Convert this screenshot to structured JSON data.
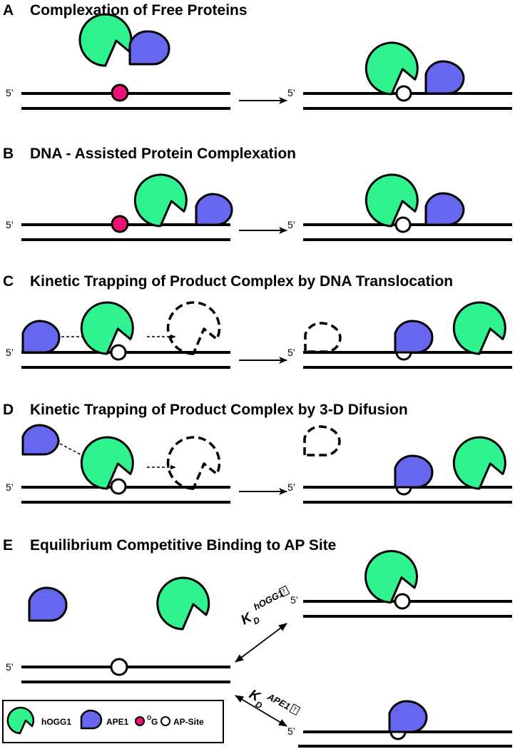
{
  "colors": {
    "hogg1": "#2ef38f",
    "ape1": "#6666ee",
    "oxog": "#ee1177",
    "outline": "#000000",
    "background": "#ffffff"
  },
  "panels": [
    {
      "letter": "A",
      "title": "Complexation of Free Proteins"
    },
    {
      "letter": "B",
      "title": "DNA - Assisted Protein Complexation"
    },
    {
      "letter": "C",
      "title": "Kinetic Trapping of Product Complex by DNA Translocation"
    },
    {
      "letter": "D",
      "title": "Kinetic Trapping of Product Complex by 3-D Difusion"
    },
    {
      "letter": "E",
      "title": "Equilibrium Competitive Binding to AP Site"
    }
  ],
  "five_prime_label": "5’",
  "kd": {
    "main": "K",
    "sub": "D",
    "hogg1_sup": "hOGG1",
    "ape1_sup": "APE1",
    "box_glyph": "?"
  },
  "legend": {
    "hogg1": "hOGG1",
    "ape1": "APE1",
    "oxog_sup": "O",
    "oxog": "G",
    "ap_site": "AP-Site"
  }
}
